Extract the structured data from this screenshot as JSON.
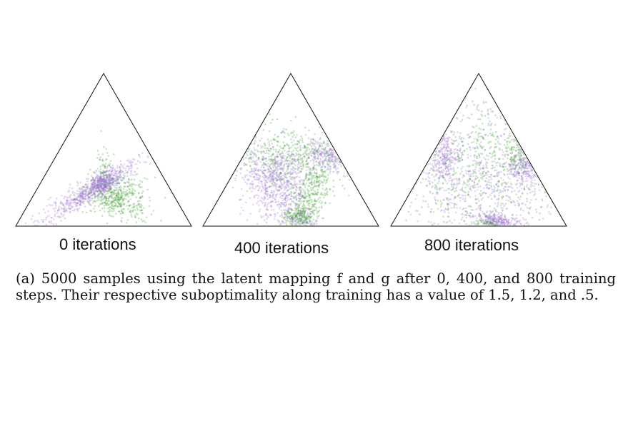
{
  "figure": {
    "panels": [
      {
        "label": "0 iterations"
      },
      {
        "label": "400 iterations"
      },
      {
        "label": "800 iterations"
      }
    ],
    "colors": {
      "series_a": "#9b6fd0",
      "series_b": "#3a9a2a",
      "outline": "#111111"
    },
    "caption": "(a) 5000 samples using the latent mapping f and g after 0, 400, and 800 training steps. Their respective suboptimality along training has a value of 1.5, 1.2, and .5."
  }
}
